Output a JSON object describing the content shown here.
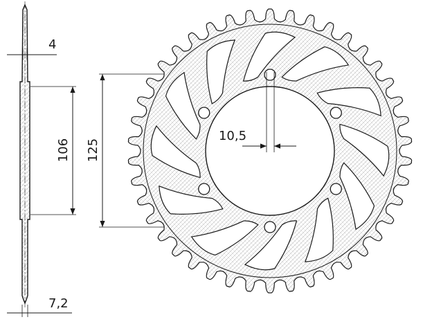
{
  "drawing": {
    "dimensions": {
      "side_thickness": "4",
      "hub_thickness": "7,2",
      "inner_bore": "106",
      "bolt_circle": "125",
      "bolt_hole": "10,5"
    },
    "counts": {
      "teeth": 42,
      "bolt_holes": 6,
      "cutouts": 12
    },
    "colors": {
      "line": "#1a1a1a",
      "hatch": "#b8b8b8",
      "background": "#ffffff"
    }
  }
}
